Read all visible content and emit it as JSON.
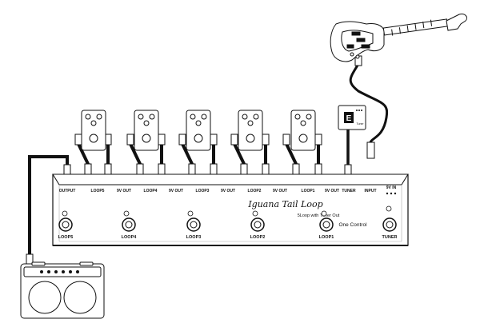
{
  "unit": {
    "brand": "Iguana Tail Loop",
    "model": "5Loop with Tuner Out",
    "maker": "One Control",
    "jack_labels": {
      "output": "OUTPUT",
      "loop5": "LOOP5",
      "vout_a": "9V OUT",
      "loop4": "LOOP4",
      "vout_b": "9V OUT",
      "loop3": "LOOP3",
      "vout_c": "9V OUT",
      "loop2": "LOOP2",
      "vout_d": "9V OUT",
      "loop1": "LOOP1",
      "vout_e": "9V OUT",
      "tuner": "TUNER",
      "input": "INPUT",
      "power": "9V IN"
    },
    "switch_labels": [
      "LOOP5",
      "LOOP4",
      "LOOP3",
      "LOOP2",
      "LOOP1",
      "TUNER"
    ]
  },
  "tuner": {
    "display": "E",
    "label": "Tuner"
  }
}
